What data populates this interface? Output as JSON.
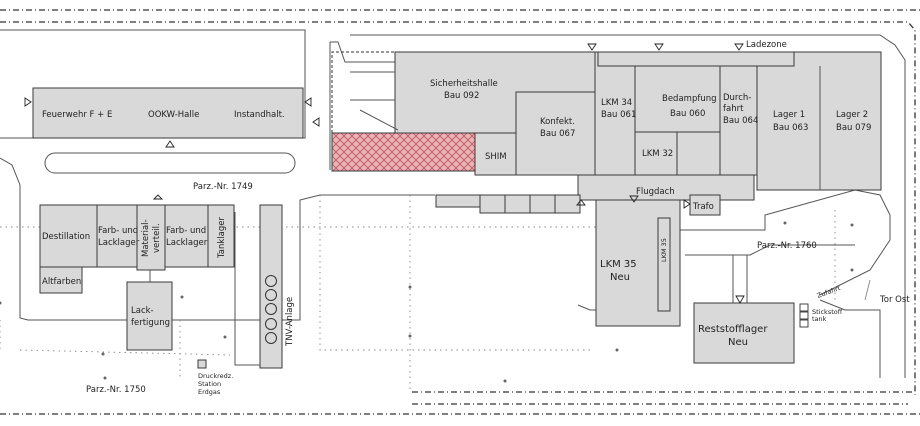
{
  "labels": {
    "feuerwehr": "Feuerwehr F + E",
    "ookw": "OOKW-Halle",
    "instandhalt": "Instandhalt.",
    "sicherheitshalle": [
      "Sicherheitshalle",
      "Bau 092"
    ],
    "konfekt": [
      "Konfekt.",
      "Bau 067"
    ],
    "shim": "SHIM",
    "lkm34": [
      "LKM 34",
      "Bau 061"
    ],
    "bedampfung": [
      "Bedampfung",
      "Bau 060"
    ],
    "lkm32": "LKM 32",
    "durchfahrt": [
      "Durch-",
      "fahrt",
      "Bau 064"
    ],
    "lager1": [
      "Lager 1",
      "Bau 063"
    ],
    "lager2": [
      "Lager 2",
      "Bau 079"
    ],
    "ladezone": "Ladezone",
    "flugdach": "Flugdach",
    "trafo": "Trafo",
    "parz1749": "Parz.-Nr. 1749",
    "parz1760": "Parz.-Nr. 1760",
    "parz1750": "Parz.-Nr. 1750",
    "destillation": "Destillation",
    "farb1": [
      "Farb- und",
      "Lacklager"
    ],
    "materialverteil": [
      "Material-",
      "verteil."
    ],
    "farb2": [
      "Farb- und",
      "Lacklager"
    ],
    "tanklager": "Tanklager",
    "altfarben": "Altfarben",
    "lackfertigung": [
      "Lack-",
      "fertigung"
    ],
    "tnv": "TNV-Anlage",
    "druckredz": [
      "Druckredz.",
      "Station",
      "Erdgas"
    ],
    "lkm35": [
      "LKM 35",
      "Neu"
    ],
    "lkm35small": "LKM 35",
    "reststofflager": [
      "Reststofflager",
      "Neu"
    ],
    "stickstoff": [
      "Stickstoff",
      "tank"
    ],
    "zufahrt": "Zufahrt",
    "torost": "Tor Ost"
  },
  "colors": {
    "building_fill": "#d9d9d9",
    "hatch_fill": "#e8b4b8",
    "hatch_line": "#c0505a"
  }
}
